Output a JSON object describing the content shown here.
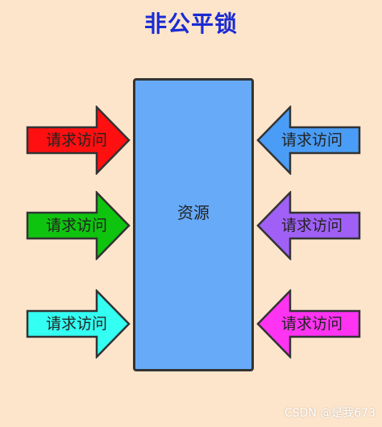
{
  "title": "非公平锁",
  "resource": {
    "label": "资源",
    "color": "#66aaf8"
  },
  "left_arrows": [
    {
      "label": "请求访问",
      "color": "#ff0f0f"
    },
    {
      "label": "请求访问",
      "color": "#0fc40f"
    },
    {
      "label": "请求访问",
      "color": "#33fff2"
    }
  ],
  "right_arrows": [
    {
      "label": "请求访问",
      "color": "#4a9df6"
    },
    {
      "label": "请求访问",
      "color": "#a060f6"
    },
    {
      "label": "请求访问",
      "color": "#ff33f2"
    }
  ],
  "watermark": "CSDN @是我673"
}
